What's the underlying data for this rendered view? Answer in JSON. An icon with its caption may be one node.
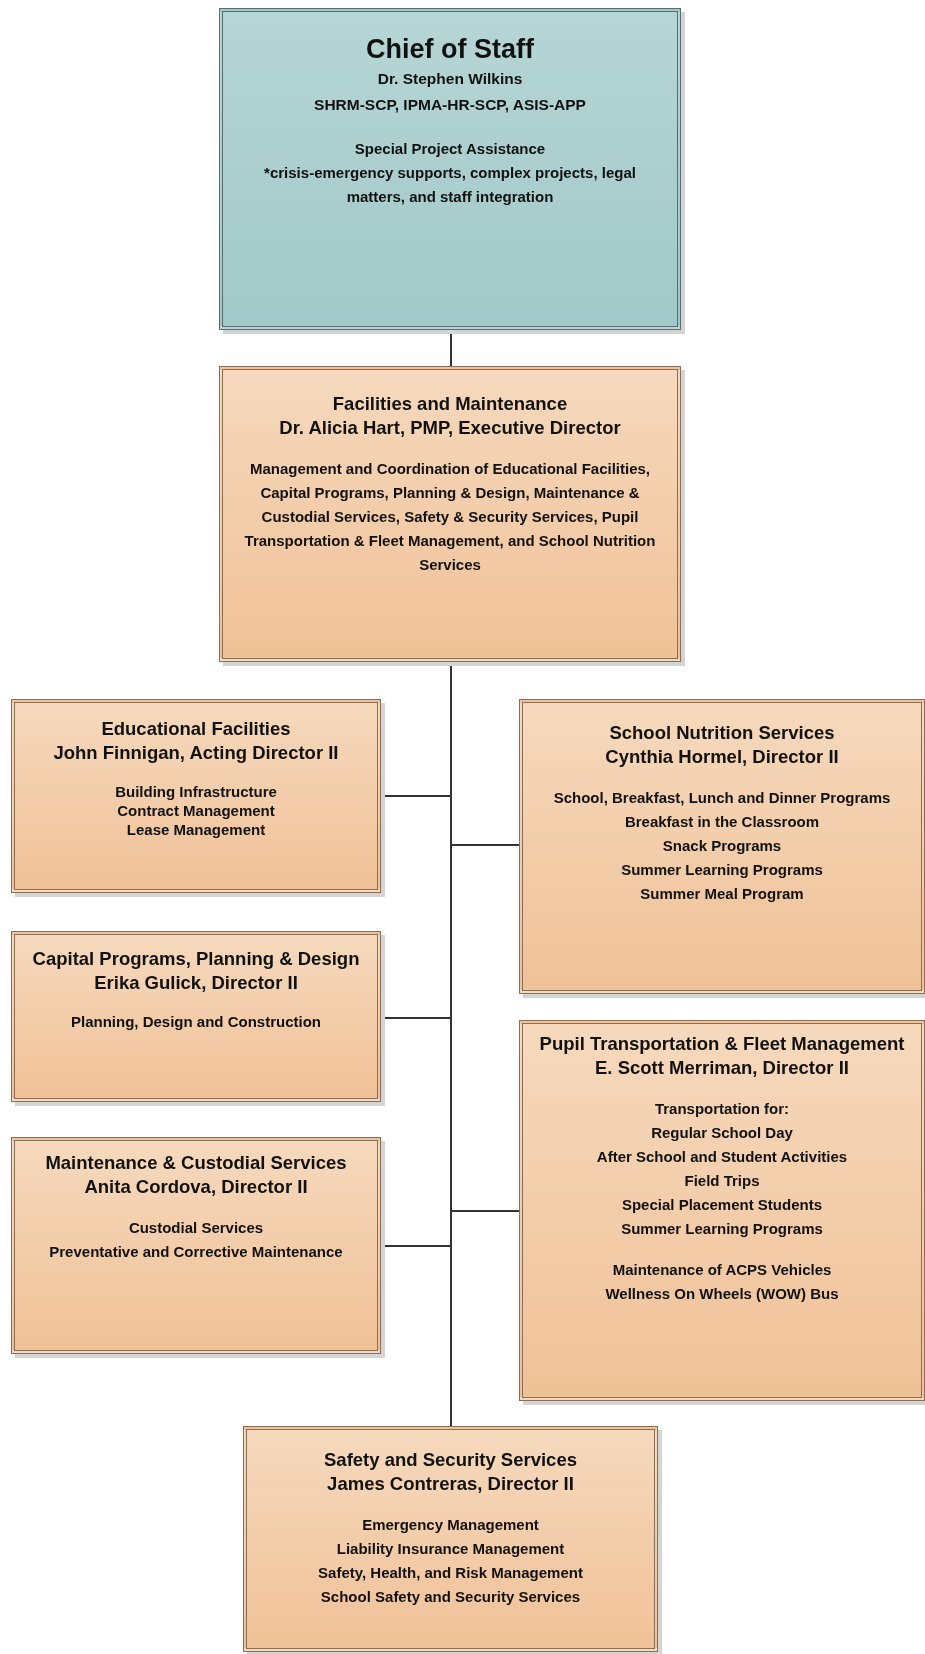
{
  "diagram": {
    "nodes": [
      {
        "text": [
          "Chief of Staff",
          "Dr. Stephen Wilkins",
          "SHRM-SCP, IPMA-HR-SCP, ASIS-APP",
          "Special Project Assistance",
          "*crisis-emergency supports, complex projects, legal matters, and staff integration"
        ]
      },
      {
        "text": [
          "Facilities and Maintenance",
          "Dr. Alicia Hart, PMP, Executive Director",
          "Management and Coordination of Educational Facilities, Capital Programs, Planning & Design, Maintenance & Custodial Services, Safety & Security Services, Pupil Transportation & Fleet Management, and School Nutrition Services"
        ]
      },
      {
        "text": [
          "Educational Facilities",
          "John Finnigan, Acting Director II",
          "Building Infrastructure",
          "Contract Management",
          "Lease Management"
        ]
      },
      {
        "text": [
          "School Nutrition Services",
          "Cynthia Hormel, Director II",
          "School, Breakfast, Lunch and Dinner Programs",
          "Breakfast in the Classroom",
          "Snack Programs",
          "Summer Learning Programs",
          "Summer Meal Program"
        ]
      },
      {
        "text": [
          "Capital Programs, Planning & Design",
          "Erika Gulick, Director II",
          "Planning, Design and Construction"
        ]
      },
      {
        "text": [
          "Pupil Transportation & Fleet Management",
          "E. Scott Merriman, Director II",
          "Transportation for:",
          "Regular School Day",
          "After School and Student Activities",
          "Field Trips",
          "Special Placement Students",
          "Summer Learning Programs",
          "Maintenance of ACPS Vehicles",
          "Wellness On Wheels (WOW) Bus"
        ]
      },
      {
        "text": [
          "Maintenance & Custodial Services",
          "Anita Cordova, Director II",
          "Custodial Services",
          "Preventative and Corrective Maintenance"
        ]
      },
      {
        "text": [
          "Safety and Security Services",
          "James Contreras, Director II",
          "Emergency Management",
          "Liability Insurance Management",
          "Safety, Health, and Risk Management",
          "School Safety and Security Services"
        ]
      }
    ],
    "edges": [
      {
        "from": 0,
        "to": 1,
        "arrow": "none"
      },
      {
        "from": 1,
        "to": 2,
        "arrow": "none"
      },
      {
        "from": 1,
        "to": 3,
        "arrow": "none"
      },
      {
        "from": 1,
        "to": 4,
        "arrow": "none"
      },
      {
        "from": 1,
        "to": 5,
        "arrow": "none"
      },
      {
        "from": 1,
        "to": 6,
        "arrow": "none"
      },
      {
        "from": 1,
        "to": 7,
        "arrow": "none"
      }
    ]
  }
}
